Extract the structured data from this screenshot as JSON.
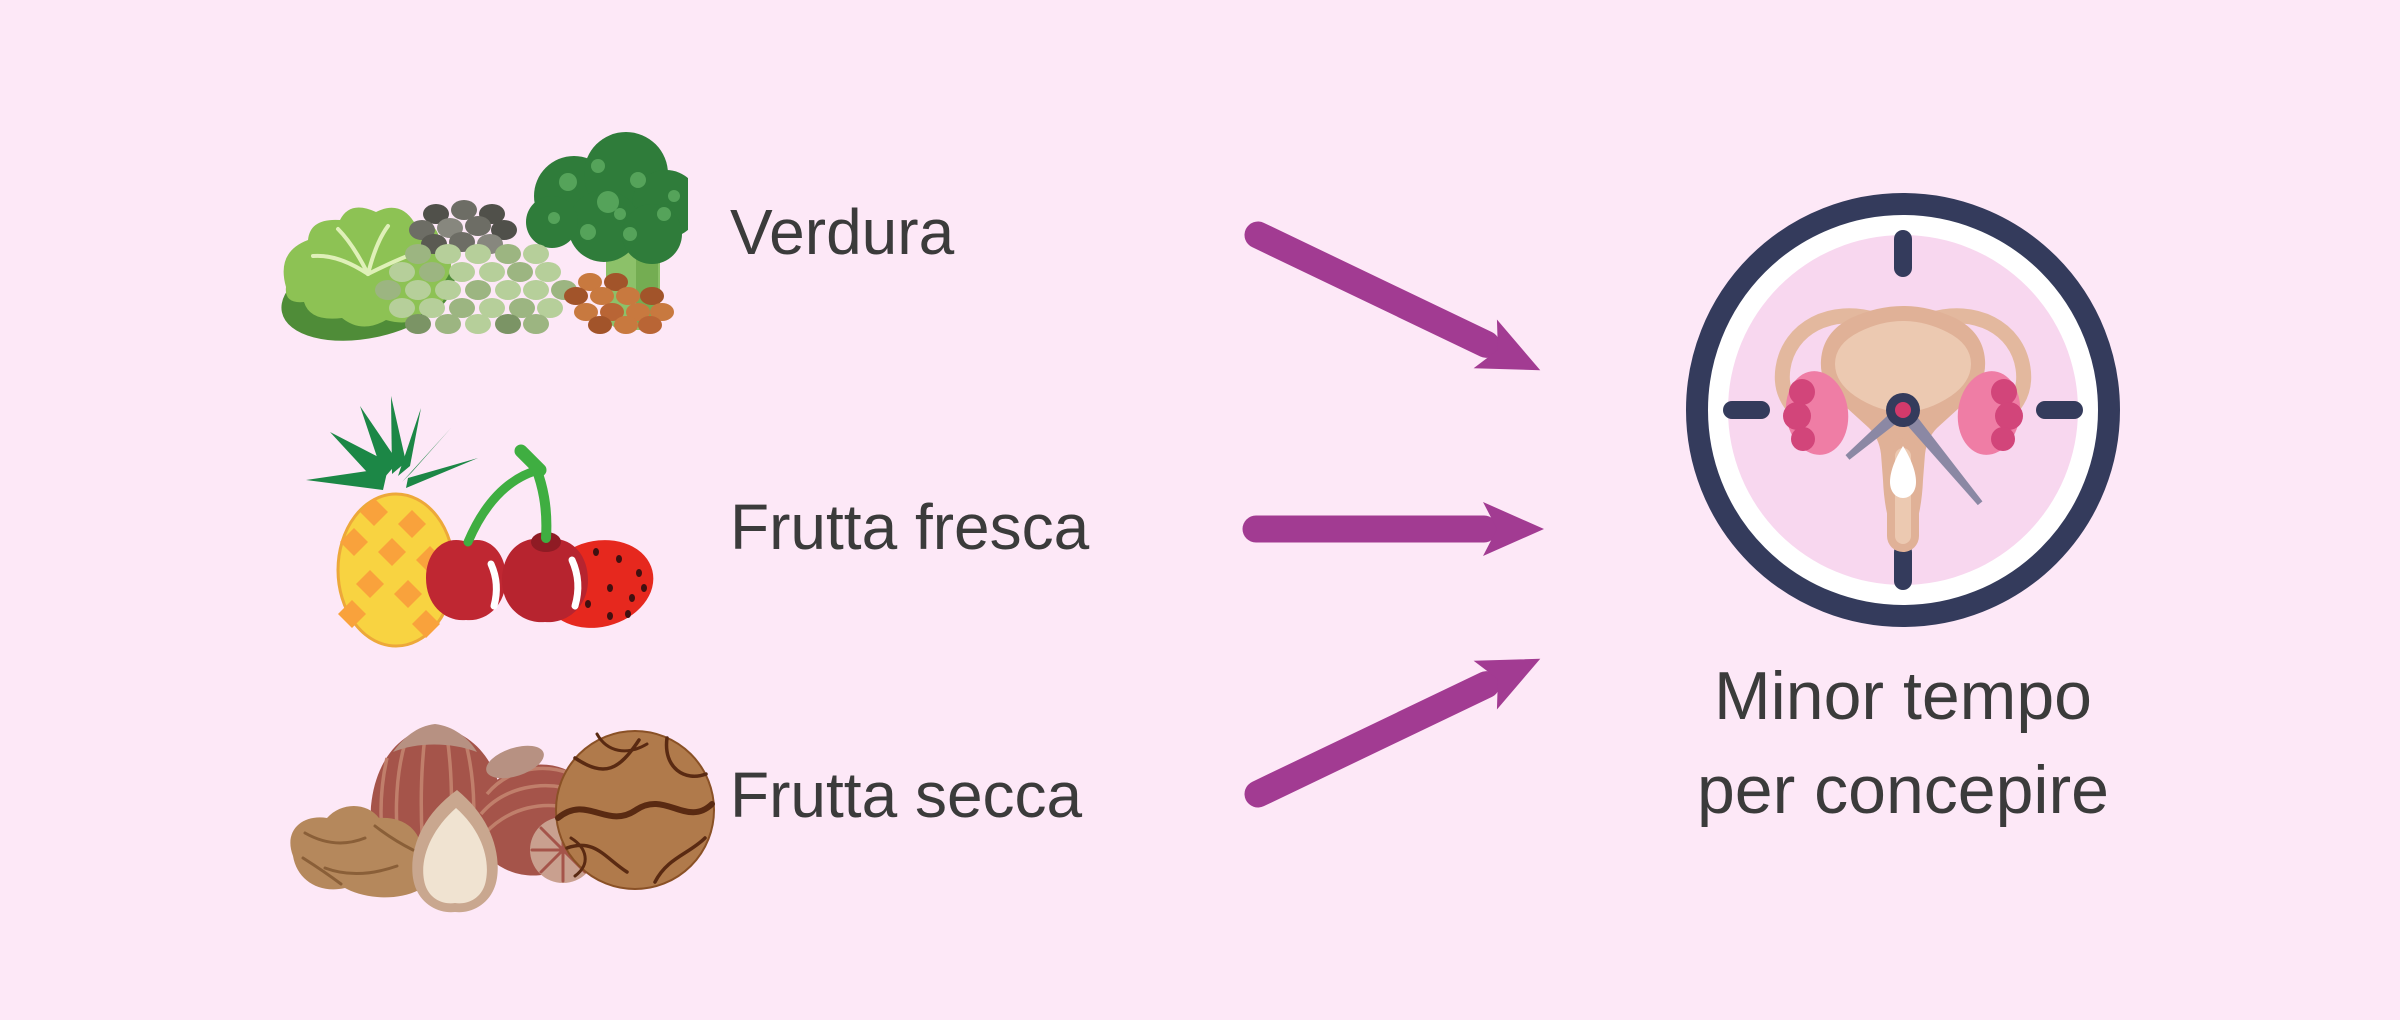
{
  "background_color": "#fde8f7",
  "text_color": "#3b3b3b",
  "arrow_color": "#a23b92",
  "clock": {
    "ring_color": "#343b5c",
    "face_color": "#f8d7ef"
  },
  "items": [
    {
      "label": "Verdura",
      "icon": "vegetables-icon"
    },
    {
      "label": "Frutta fresca",
      "icon": "fresh-fruit-icon"
    },
    {
      "label": "Frutta secca",
      "icon": "nuts-icon"
    }
  ],
  "result": {
    "icon": "uterus-clock-icon",
    "caption_line1": "Minor tempo",
    "caption_line2": "per concepire"
  }
}
